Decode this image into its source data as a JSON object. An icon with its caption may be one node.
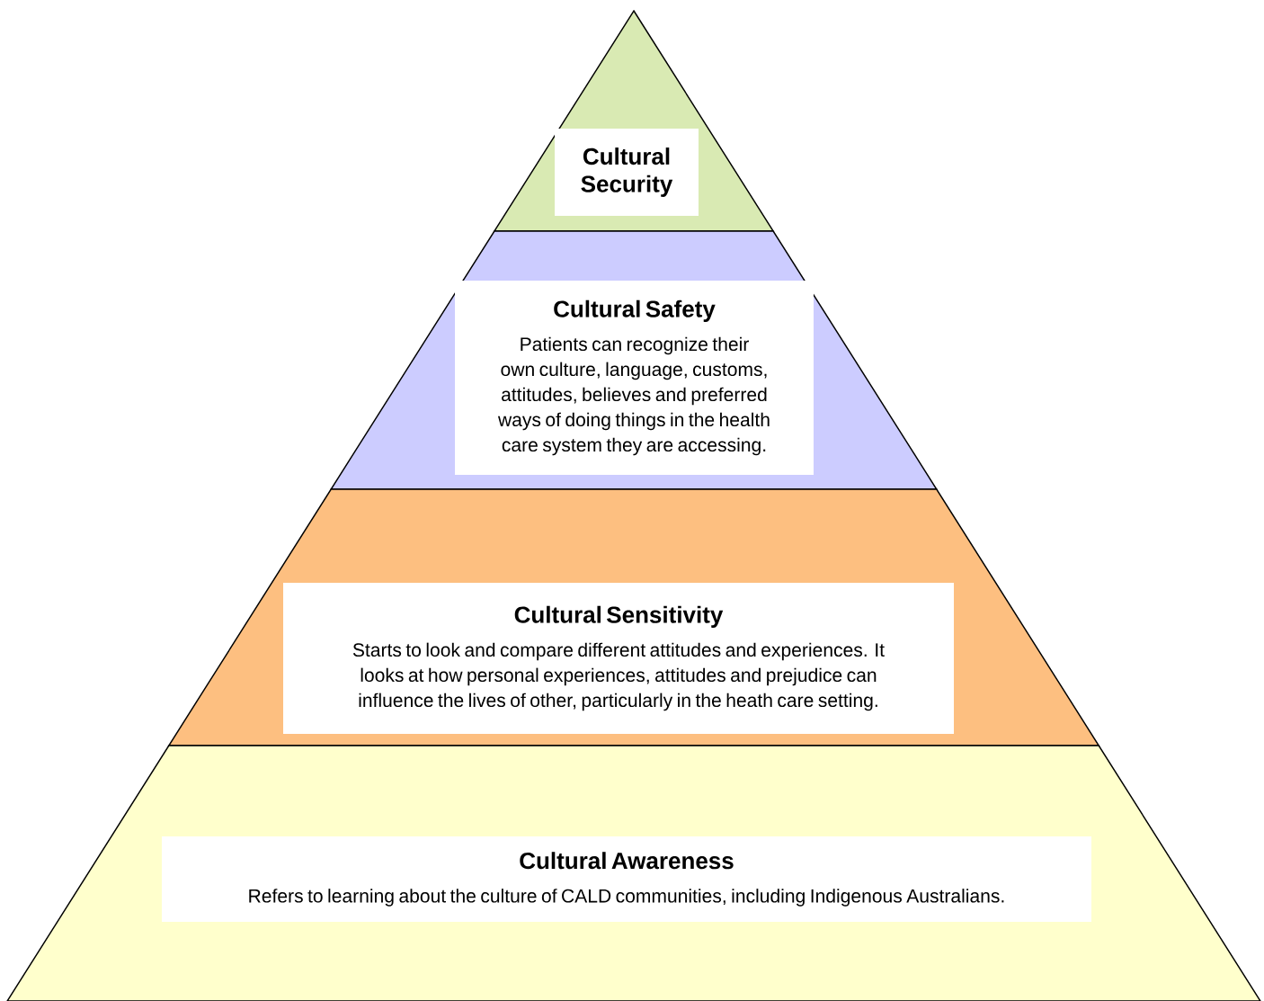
{
  "diagram": {
    "nodes": [
      {
        "text": [],
        "shape": "triangle"
      },
      {
        "text": [
          "Cultural Security"
        ],
        "in": 0
      },
      {
        "text": [],
        "shape": "trapezoid"
      },
      {
        "text": [
          "Cultural Safety",
          "Patients can recognize their own culture, language, customs, attitudes, believes and preferred ways of doing things in the health care system they are accessing."
        ],
        "in": 2
      },
      {
        "text": [],
        "shape": "trapezoid"
      },
      {
        "text": [
          "Cultural Sensitivity",
          "Starts to look and compare different attitudes and experiences. It looks at how personal experiences, attitudes and prejudice can influence the lives of other, particularly in the heath care setting."
        ],
        "in": 4
      },
      {
        "text": [],
        "shape": "trapezoid"
      },
      {
        "text": [
          "Cultural Awareness",
          "Refers to learning about the culture of CALD communities, including Indigenous Australians."
        ],
        "in": 6
      }
    ]
  }
}
